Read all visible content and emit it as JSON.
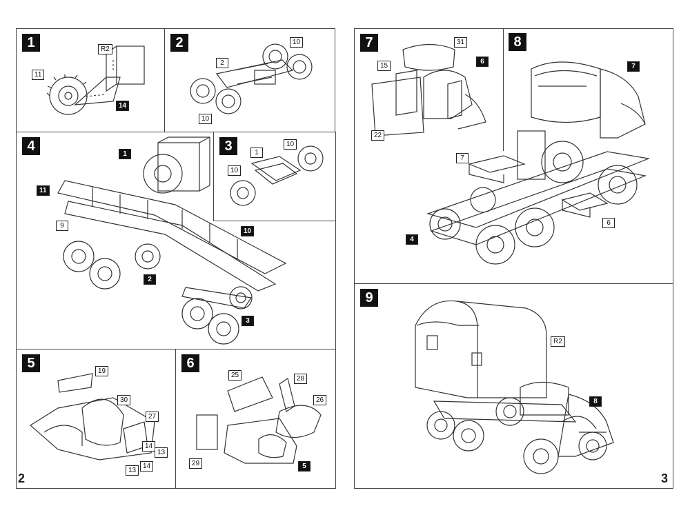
{
  "pages": {
    "left_number": "2",
    "right_number": "3"
  },
  "steps": {
    "s1": {
      "number": "1",
      "parts": {
        "a": "R2",
        "b": "11",
        "c": "14"
      }
    },
    "s2": {
      "number": "2",
      "parts": {
        "a": "10",
        "b": "2",
        "c": "10"
      }
    },
    "s3": {
      "number": "3",
      "parts": {
        "a": "1",
        "b": "10",
        "c": "10"
      }
    },
    "s4": {
      "number": "4",
      "parts": {
        "a": "1",
        "b": "11",
        "c": "9",
        "d": "10",
        "e": "2",
        "f": "3"
      }
    },
    "s5": {
      "number": "5",
      "parts": {
        "a": "19",
        "b": "30",
        "c": "27",
        "d": "14",
        "e": "13",
        "f": "13",
        "g": "14"
      }
    },
    "s6": {
      "number": "6",
      "parts": {
        "a": "25",
        "b": "28",
        "c": "26",
        "d": "29",
        "e": "5"
      }
    },
    "s7": {
      "number": "7",
      "parts": {
        "a": "31",
        "b": "15",
        "c": "6",
        "d": "22"
      }
    },
    "s8": {
      "number": "8",
      "parts": {
        "a": "7",
        "b": "7",
        "c": "4",
        "d": "6"
      }
    },
    "s9": {
      "number": "9",
      "parts": {
        "a": "R2",
        "b": "8"
      }
    }
  }
}
